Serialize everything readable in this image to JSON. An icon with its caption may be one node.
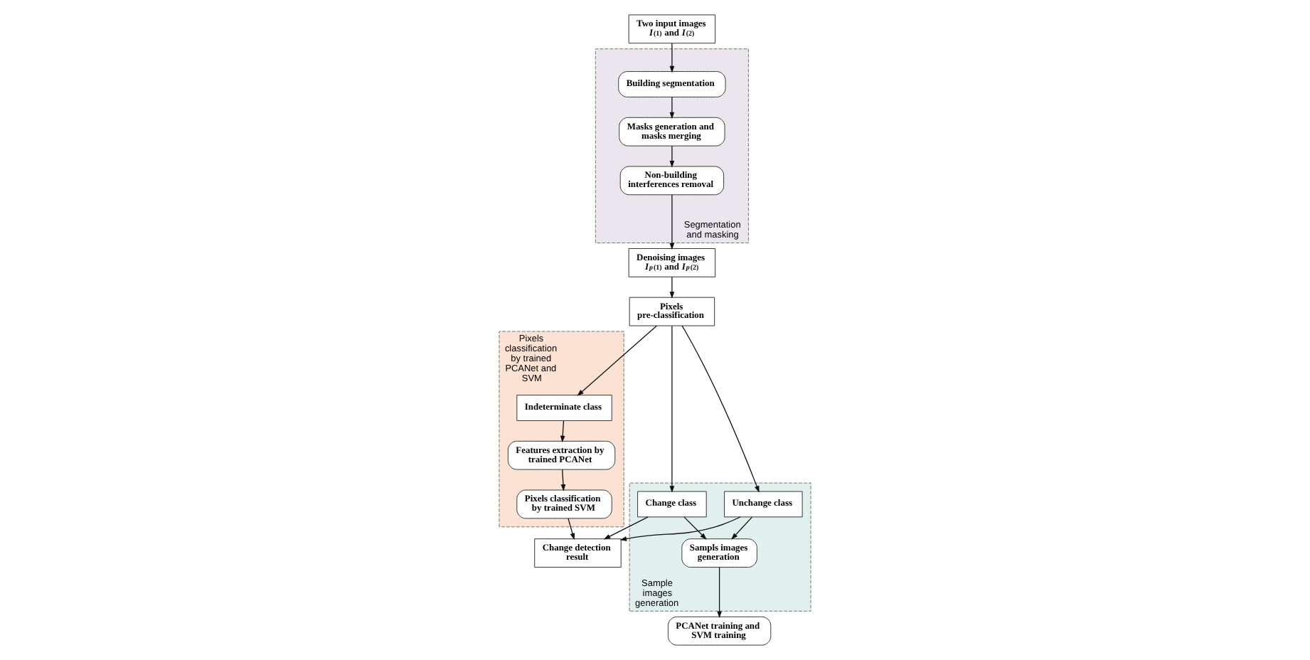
{
  "diagram": {
    "nodes": [
      {
        "text": [
          "Two input images",
          "*I*$^{(1)}$ and *I*$^{(2)}$"
        ]
      },
      {
        "text": [
          "Segmentation and masking"
        ]
      },
      {
        "text": [
          "Building segmentation"
        ],
        "in": 1
      },
      {
        "text": [
          "Masks generation and masks merging"
        ],
        "in": 1
      },
      {
        "text": [
          "Non-building interferences removal"
        ],
        "in": 1
      },
      {
        "text": [
          "Denoising images",
          "*I*$_{p}$$^{(1)}$ and *I*$_{p}$$^{(2)}$"
        ]
      },
      {
        "text": [
          "Pixels pre-classification"
        ]
      },
      {
        "text": [
          "Sample images generation"
        ]
      },
      {
        "text": [
          "Change class"
        ],
        "in": 7
      },
      {
        "text": [
          "Unchange class"
        ],
        "in": 7
      },
      {
        "text": [
          "Sampls images generation"
        ],
        "in": 7
      },
      {
        "text": [
          "Pixels classification by trained PCANet and SVM"
        ]
      },
      {
        "text": [
          "Indeterminate class"
        ],
        "in": 11
      },
      {
        "text": [
          "Features extraction by trained PCANet"
        ],
        "in": 11
      },
      {
        "text": [
          "Pixels classification by trained SVM"
        ],
        "in": 11
      },
      {
        "text": [
          "PCANet training and SVM training"
        ]
      },
      {
        "text": [
          "Change detection result"
        ]
      }
    ],
    "edges": [
      {
        "from": 0,
        "to": 2,
        "arrow": "to"
      },
      {
        "from": 2,
        "to": 3,
        "arrow": "to"
      },
      {
        "from": 3,
        "to": 4,
        "arrow": "to"
      },
      {
        "from": 4,
        "to": 5,
        "arrow": "to"
      },
      {
        "from": 5,
        "to": 6,
        "arrow": "to"
      },
      {
        "from": 6,
        "to": 8,
        "arrow": "to"
      },
      {
        "from": 6,
        "to": 9,
        "arrow": "to"
      },
      {
        "from": 6,
        "to": 12,
        "arrow": "to"
      },
      {
        "from": 8,
        "to": 10,
        "arrow": "to"
      },
      {
        "from": 9,
        "to": 10,
        "arrow": "to"
      },
      {
        "from": 10,
        "to": 15,
        "arrow": "to"
      },
      {
        "from": 12,
        "to": 13,
        "arrow": "to"
      },
      {
        "from": 13,
        "to": 14,
        "arrow": "to"
      },
      {
        "from": 8,
        "to": 16,
        "arrow": "to"
      },
      {
        "from": 9,
        "to": 16,
        "arrow": "to"
      },
      {
        "from": 14,
        "to": 16,
        "arrow": "to"
      }
    ]
  }
}
